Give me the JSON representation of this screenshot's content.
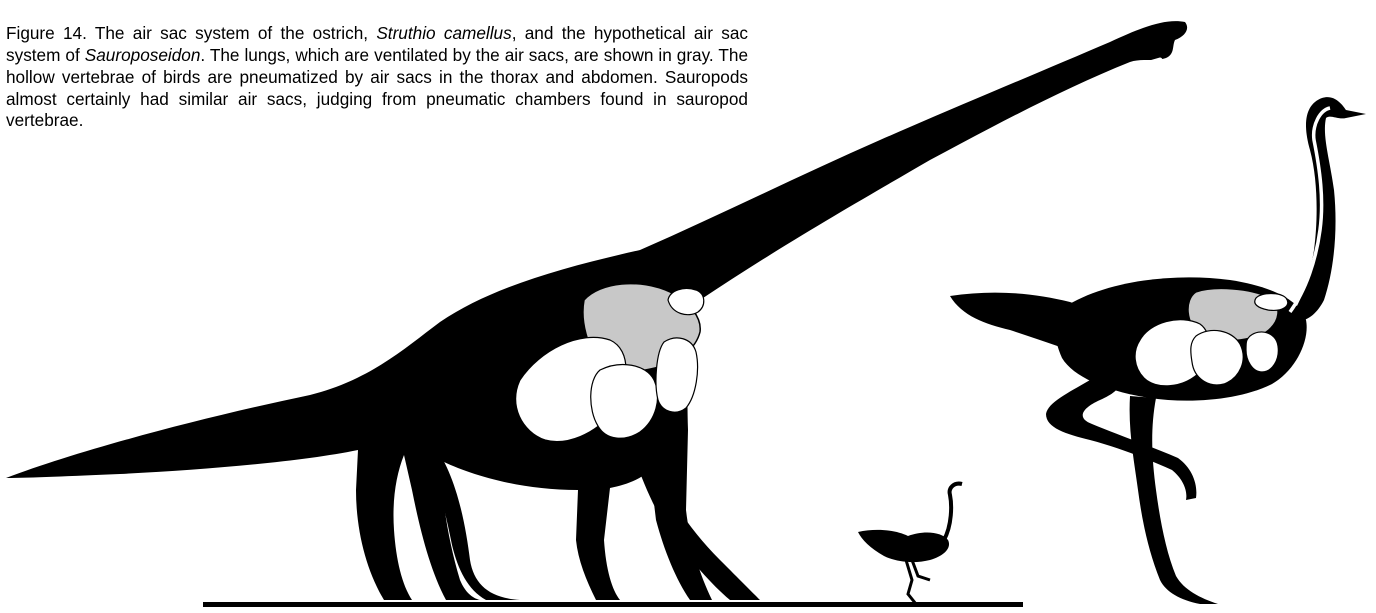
{
  "caption": {
    "label": "Figure 14.",
    "t1": " The air sac system of the ostrich, ",
    "species1": "Struthio camellus",
    "t2": ", and the hypothetical air sac system of ",
    "species2": "Sauroposeidon",
    "t3": ". The lungs, which are ventilated by the air sacs, are shown in gray. The hollow vertebrae of birds are pneumatized by air sacs in the thorax and abdomen. Sauropods almost certainly had similar air sacs, judging from pneumatic chambers found in sauropod vertebrae."
  },
  "colors": {
    "silhouette": "#000000",
    "lung": "#c8c8c8",
    "air_sac": "#ffffff",
    "background": "#ffffff"
  }
}
